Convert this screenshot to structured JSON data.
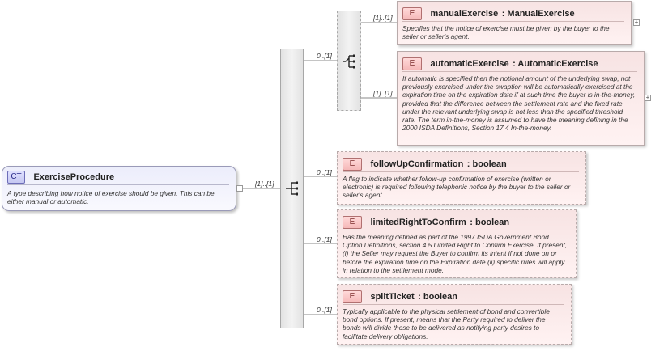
{
  "root": {
    "badge": "CT",
    "name": "ExerciseProcedure",
    "doc": "A type describing how notice of exercise should be given. This can be either manual or automatic.",
    "collapse_symbol": "−"
  },
  "outer_sequence": {
    "cardinality": "[1]..[1]"
  },
  "choice_group": {
    "cardinality": "0..[1]"
  },
  "choice_elements": [
    {
      "badge": "E",
      "name": "manualExercise",
      "type": ": ManualExercise",
      "cardinality": "[1]..[1]",
      "doc": "Specifies that the notice of exercise must be given by the buyer to the seller or seller's agent.",
      "expand_symbol": "+"
    },
    {
      "badge": "E",
      "name": "automaticExercise",
      "type": ": AutomaticExercise",
      "cardinality": "[1]..[1]",
      "doc": "If automatic is specified then the notional amount of the underlying swap, not previously exercised under the swaption will be automatically exercised at the expiration time on the expiration date if at such time the buyer is in-the-money, provided that the difference between the settlement rate and the fixed rate under the relevant underlying swap is not less than the specified threshold rate. The term in-the-money is assumed to have the meaning defining in the 2000 ISDA Definitions, Section 17.4 In-the-money.",
      "expand_symbol": "+"
    }
  ],
  "sequence_elements": [
    {
      "badge": "E",
      "name": "followUpConfirmation",
      "type": ": boolean",
      "cardinality": "0..[1]",
      "doc": "A flag to indicate whether follow-up confirmation of exercise (written or electronic) is required following telephonic notice by the buyer to the seller or seller's agent."
    },
    {
      "badge": "E",
      "name": "limitedRightToConfirm",
      "type": ": boolean",
      "cardinality": "0..[1]",
      "doc": "Has the meaning defined as part of the 1997 ISDA Government Bond Option Definitions, section 4.5 Limited Right to Confirm Exercise. If present, (i) the Seller may request the Buyer to confirm its intent if not done on or before the expiration time on the Expiration date (ii) specific rules will apply in relation to the settlement mode."
    },
    {
      "badge": "E",
      "name": "splitTicket",
      "type": ": boolean",
      "cardinality": "0..[1]",
      "doc": "Typically applicable to the physical settlement of bond and convertible bond options. If present, means that the Party required to deliver the bonds will divide those to be delivered as notifying party desires to facilitate delivery obligations."
    }
  ]
}
